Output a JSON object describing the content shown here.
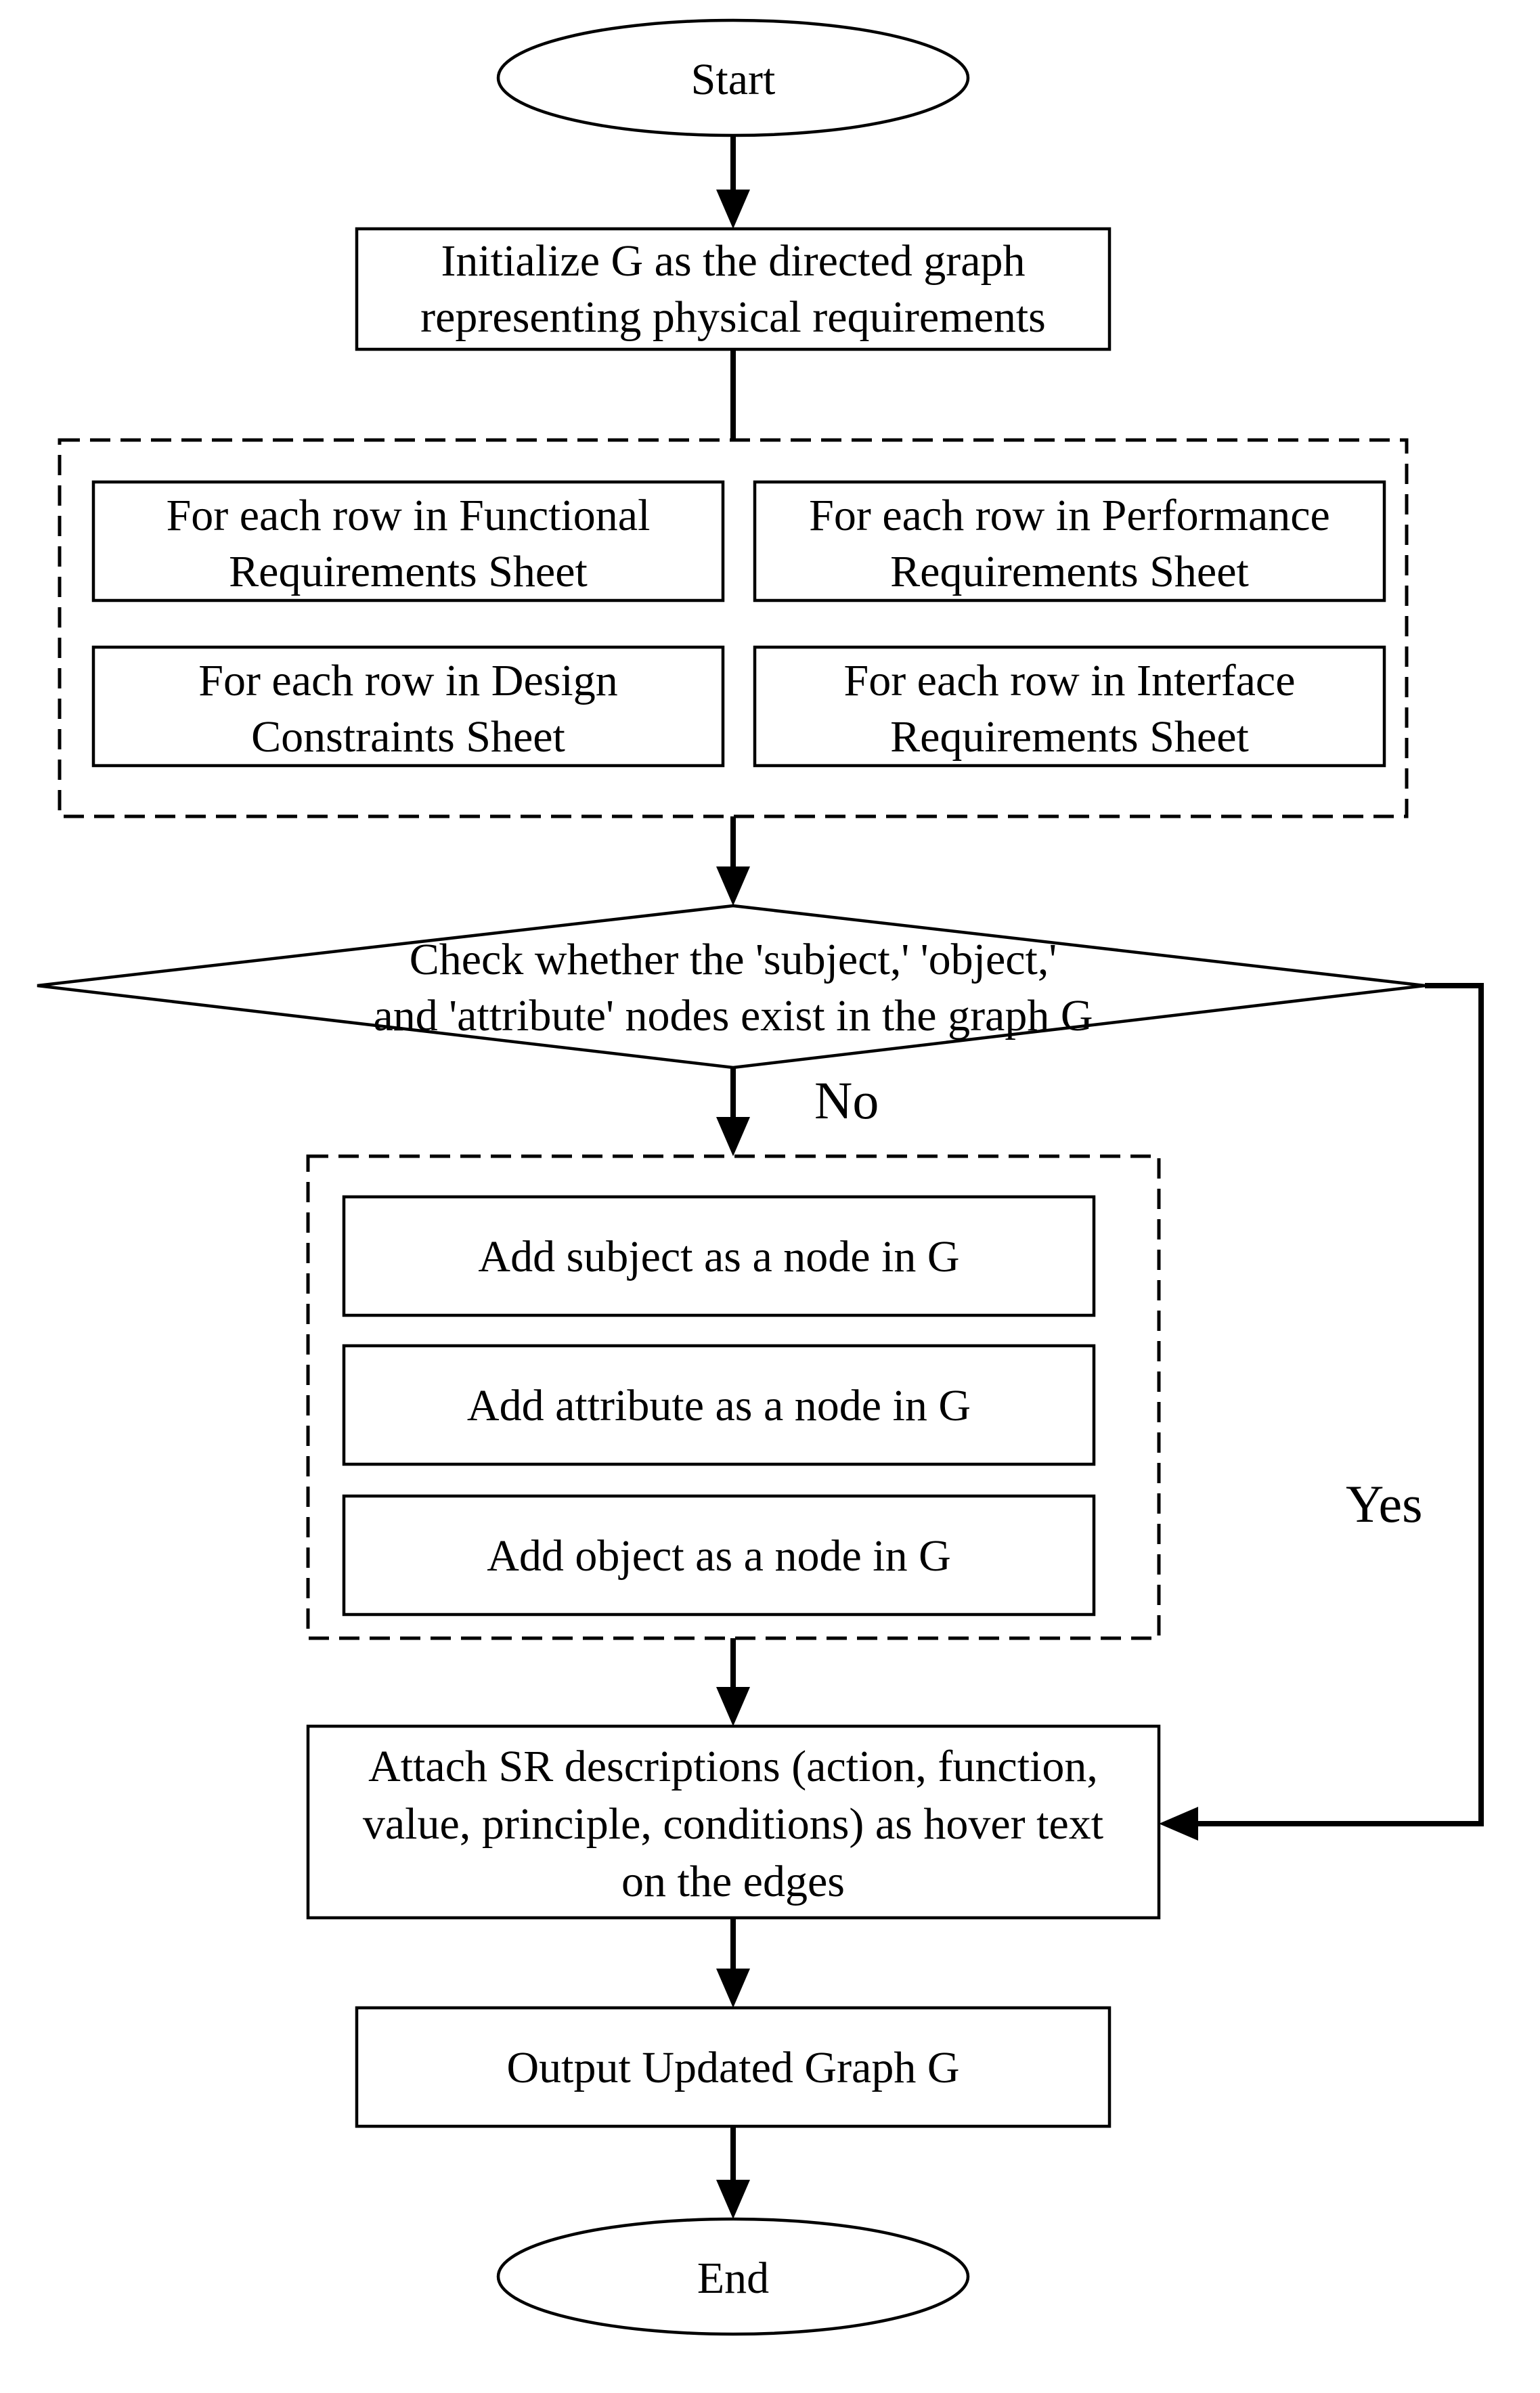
{
  "flowchart": {
    "start": "Start",
    "initialize": {
      "line1": "Initialize G as the directed graph",
      "line2": "representing physical requirements"
    },
    "sheets": {
      "functional": {
        "line1": "For each row in Functional",
        "line2": "Requirements Sheet"
      },
      "performance": {
        "line1": "For each row in Performance",
        "line2": "Requirements Sheet"
      },
      "design": {
        "line1": "For each row in Design",
        "line2": "Constraints Sheet"
      },
      "interface": {
        "line1": "For each row in Interface",
        "line2": "Requirements Sheet"
      }
    },
    "decision": {
      "line1": "Check whether the 'subject,' 'object,'",
      "line2": "and 'attribute' nodes exist in the graph G"
    },
    "no_label": "No",
    "yes_label": "Yes",
    "add_nodes": {
      "subject": "Add subject as a node in G",
      "attribute": "Add attribute as a node in G",
      "object": "Add object as a node in G"
    },
    "attach": {
      "line1": "Attach SR descriptions (action, function,",
      "line2": "value, principle, conditions) as hover text",
      "line3": "on the edges"
    },
    "output": "Output Updated Graph G",
    "end": "End"
  }
}
